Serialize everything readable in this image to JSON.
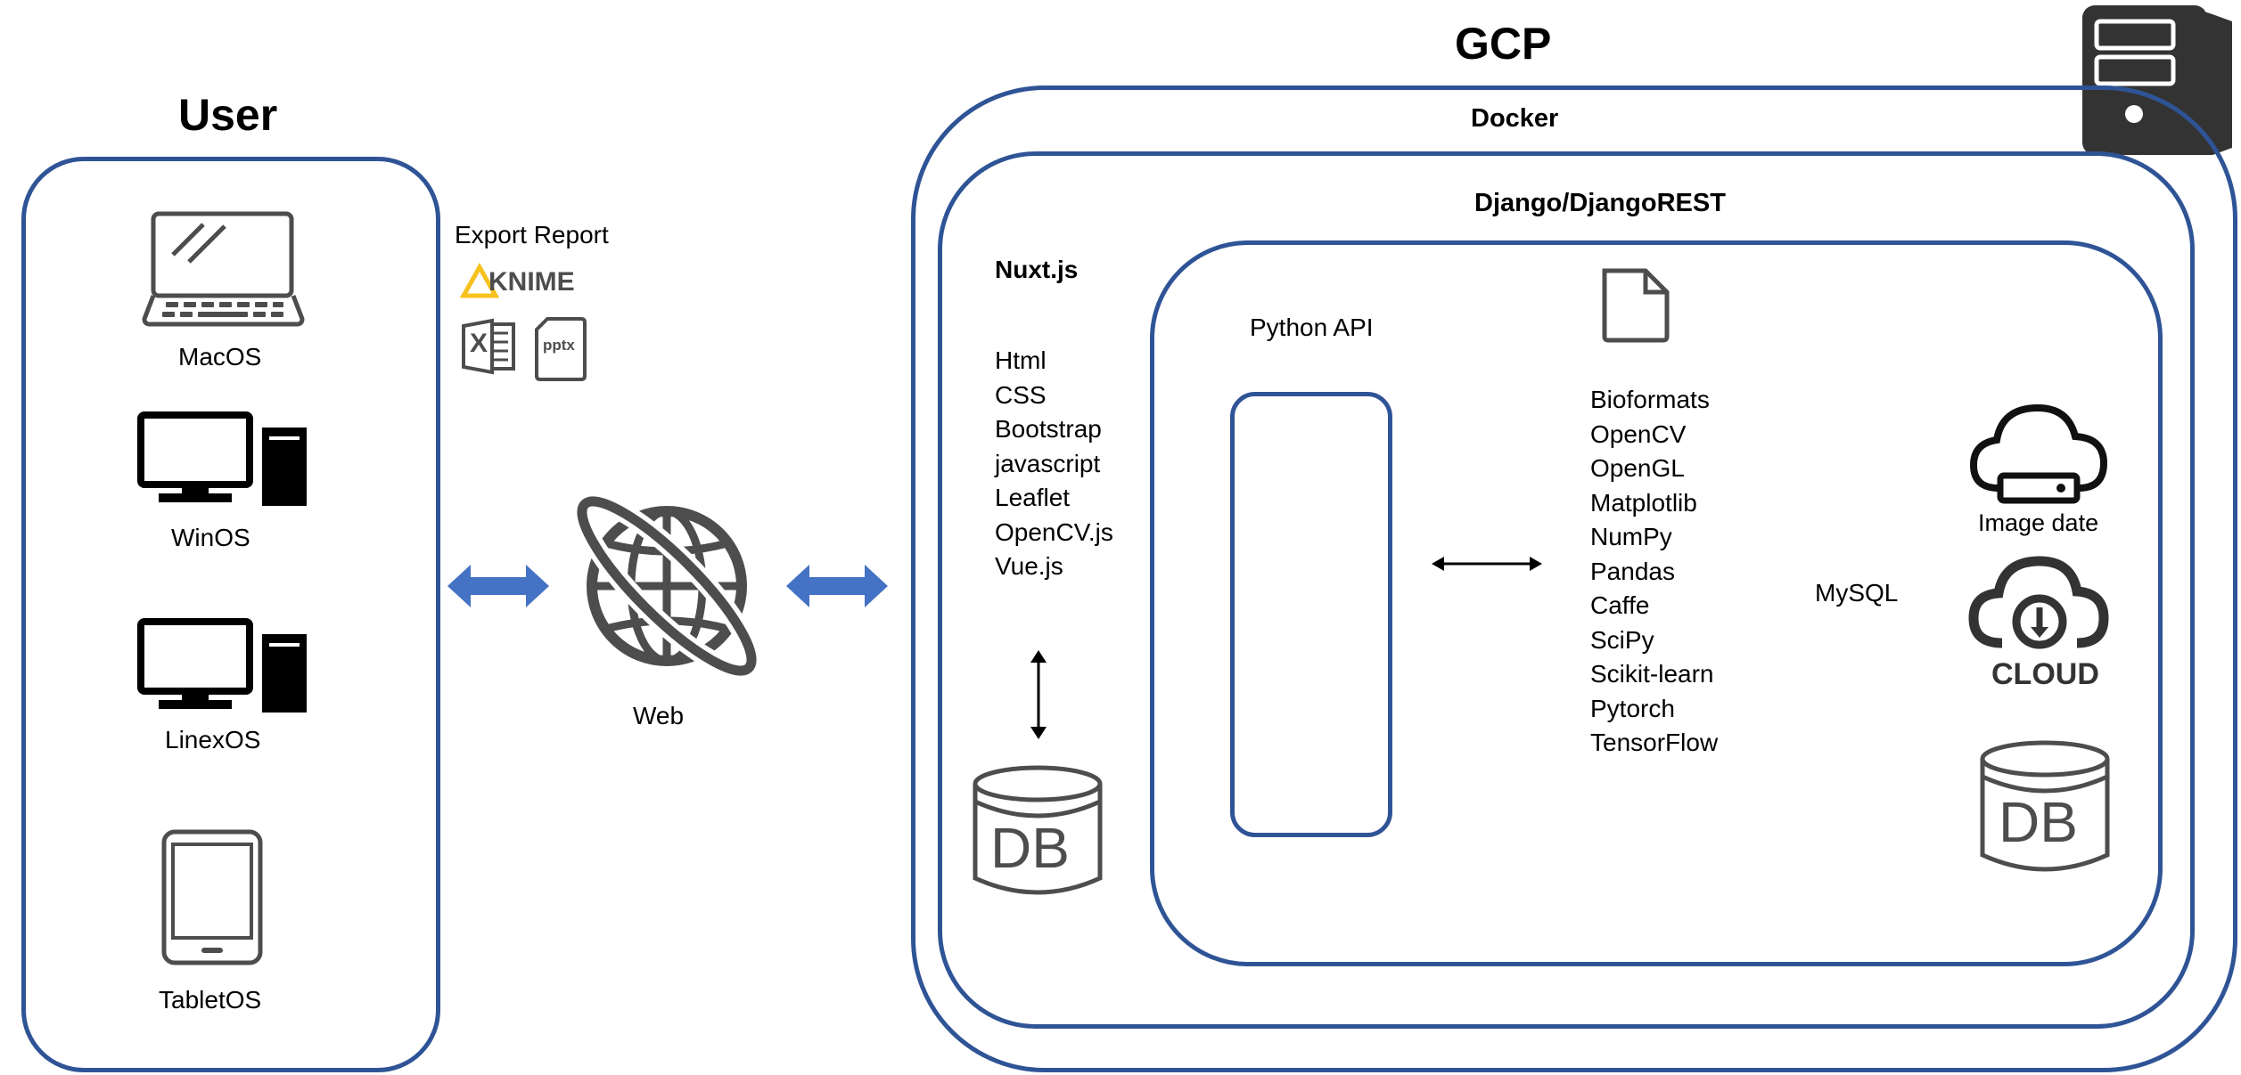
{
  "user": {
    "title": "User",
    "devices": [
      {
        "label": "MacOS",
        "icon": "laptop-icon"
      },
      {
        "label": "WinOS",
        "icon": "desktop-computer-icon"
      },
      {
        "label": "LinexOS",
        "icon": "desktop-computer-icon"
      },
      {
        "label": "TabletOS",
        "icon": "tablet-icon"
      }
    ]
  },
  "export": {
    "label": "Export Report",
    "knime_text": "KNIME",
    "pptx_text": "pptx",
    "excel_text": "X"
  },
  "web": {
    "label": "Web",
    "icon": "globe-icon"
  },
  "gcp": {
    "title": "GCP",
    "docker": "Docker",
    "django": "Django/DjangoREST",
    "nuxt": {
      "title": "Nuxt.js",
      "items": [
        "Html",
        "CSS",
        "Bootstrap",
        "javascript",
        "Leaflet",
        "OpenCV.js",
        "Vue.js"
      ],
      "db_text": "DB"
    },
    "python_api": "Python API",
    "libraries": [
      "Bioformats",
      "OpenCV",
      "OpenGL",
      "Matplotlib",
      "NumPy",
      "Pandas",
      "Caffe",
      "SciPy",
      "Scikit-learn",
      "Pytorch",
      "TensorFlow"
    ],
    "mysql": "MySQL",
    "image_date": "Image date",
    "cloud_text": "CLOUD",
    "storage_db_text": "DB"
  },
  "colors": {
    "box_border": "#2f5496",
    "arrow_fill": "#4472c4",
    "icon_dark": "#1a1a1a",
    "icon_gray": "#4d4d4d",
    "knime_yellow": "#f7c11d"
  }
}
